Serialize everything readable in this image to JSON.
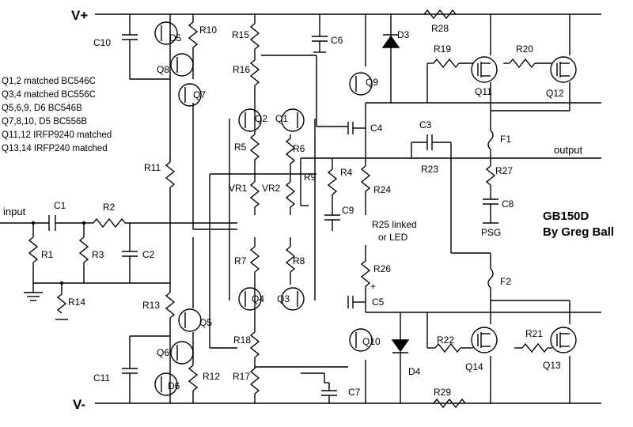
{
  "rails": {
    "positive": "V+",
    "negative": "V-"
  },
  "signals": {
    "input": "input",
    "output": "output"
  },
  "title": {
    "line1": "GB150D",
    "line2": "By Greg Ball"
  },
  "notes": [
    "Q1,2 matched BC546C",
    "Q3,4 matched BC556C",
    "Q5,6,9, D6  BC546B",
    "Q7,8,10, D5 BC556B",
    "Q11,12 IRFP9240 matched",
    "Q13,14 IRFP240 matched"
  ],
  "annotations": {
    "r25": "R25 linked",
    "r25b": "or LED",
    "psg": "PSG",
    "plus": "+"
  },
  "labels": {
    "C10": "C10",
    "D5": "D5",
    "R10": "R10",
    "R15": "R15",
    "C6": "C6",
    "D3": "D3",
    "R28": "R28",
    "R19": "R19",
    "R20": "R20",
    "Q8": "Q8",
    "Q9": "Q9",
    "Q11": "Q11",
    "Q12": "Q12",
    "Q7": "Q7",
    "R16": "R16",
    "Q2": "Q2",
    "Q1": "Q1",
    "C4": "C4",
    "C3": "C3",
    "F1": "F1",
    "R5": "R5",
    "R6": "R6",
    "R11": "R11",
    "R23": "R23",
    "R4": "R4",
    "R27": "R27",
    "VR1": "VR1",
    "VR2": "VR2",
    "R9": "R9",
    "R24": "R24",
    "C1": "C1",
    "R2": "R2",
    "C9": "C9",
    "C8": "C8",
    "R1": "R1",
    "R3": "R3",
    "C2": "C2",
    "R7": "R7",
    "R8": "R8",
    "R26": "R26",
    "F2": "F2",
    "R14": "R14",
    "R13": "R13",
    "Q4": "Q4",
    "Q3": "Q3",
    "C5": "C5",
    "Q5": "Q5",
    "R22": "R22",
    "R21": "R21",
    "R18": "R18",
    "Q10": "Q10",
    "Q6": "Q6",
    "D4": "D4",
    "Q14": "Q14",
    "Q13": "Q13",
    "C11": "C11",
    "R12": "R12",
    "R17": "R17",
    "D6": "D6",
    "C7": "C7",
    "R29": "R29"
  }
}
